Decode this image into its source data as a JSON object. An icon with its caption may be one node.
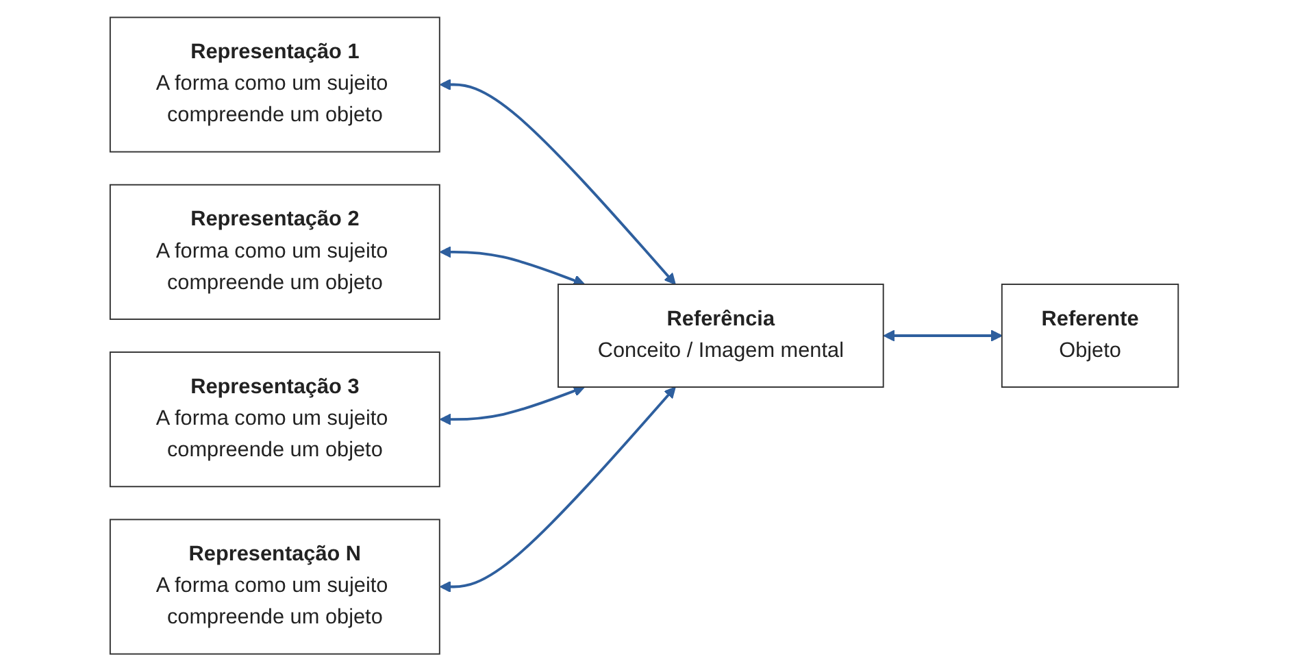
{
  "diagram": {
    "nodes": [
      {
        "text": [
          "Representação 1",
          "A forma como um sujeito compreende um objeto"
        ]
      },
      {
        "text": [
          "Representação 2",
          "A forma como um sujeito compreende um objeto"
        ]
      },
      {
        "text": [
          "Representação 3",
          "A forma como um sujeito compreende um objeto"
        ]
      },
      {
        "text": [
          "Representação N",
          "A forma como um sujeito compreende um objeto"
        ]
      },
      {
        "text": [
          "Referência",
          "Conceito / Imagem mental"
        ]
      },
      {
        "text": [
          "Referente",
          "Objeto"
        ]
      }
    ],
    "edges": [
      {
        "from": 0,
        "to": 4,
        "arrow": "both"
      },
      {
        "from": 1,
        "to": 4,
        "arrow": "both"
      },
      {
        "from": 2,
        "to": 4,
        "arrow": "both"
      },
      {
        "from": 3,
        "to": 4,
        "arrow": "both"
      },
      {
        "from": 4,
        "to": 5,
        "arrow": "both"
      }
    ]
  }
}
